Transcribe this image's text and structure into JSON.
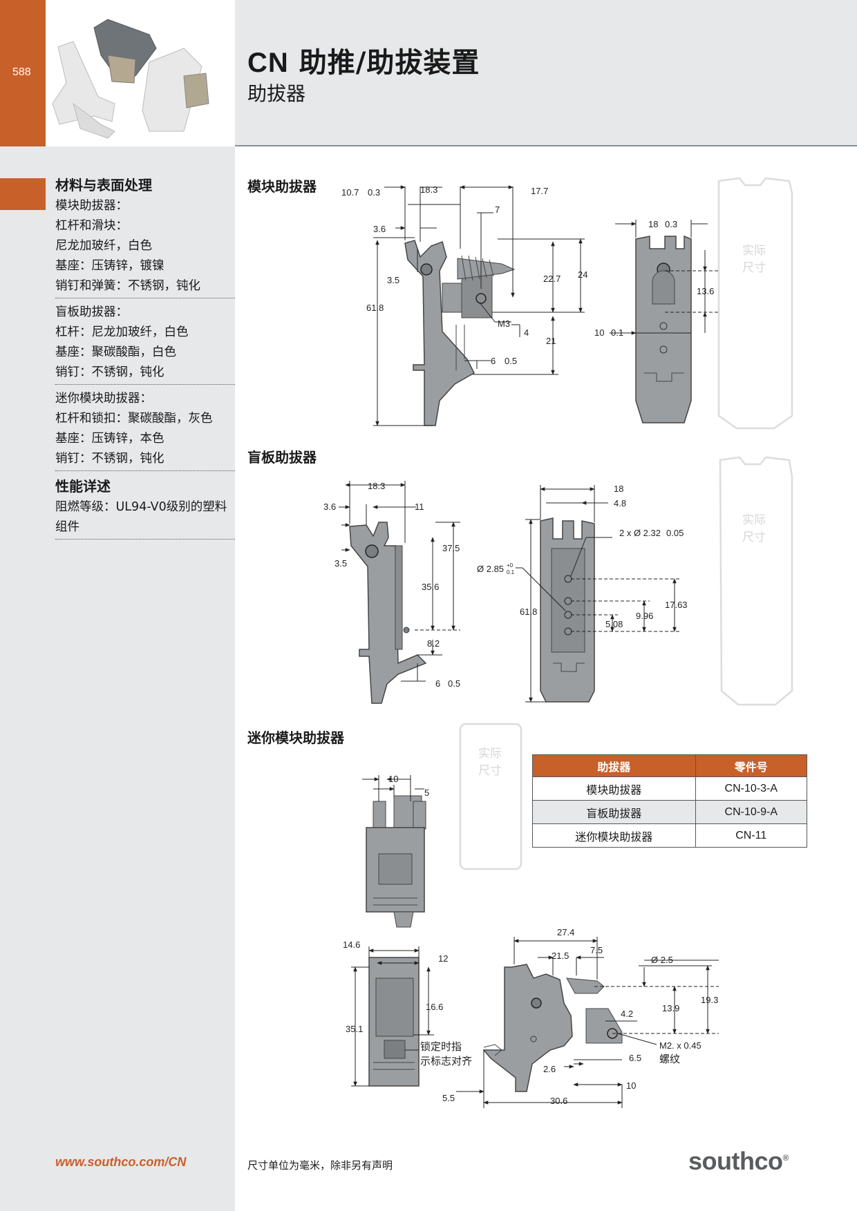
{
  "header": {
    "page_number": "588",
    "title_prefix": "CN",
    "title_rest": " 助推/助拔装置",
    "subtitle": "助拔器"
  },
  "sidebar": {
    "sec1_title": "材料与表面处理",
    "g1": [
      "模块助拔器：",
      "杠杆和滑块：",
      "尼龙加玻纤，白色",
      "基座：压铸锌，镀镍",
      "销钉和弹簧：不锈钢，钝化"
    ],
    "g2": [
      "盲板助拔器：",
      "杠杆：尼龙加玻纤，白色",
      "基座：聚碳酸酯，白色",
      "销钉：不锈钢，钝化"
    ],
    "g3": [
      "迷你模块助拔器：",
      "杠杆和锁扣：聚碳酸酯，灰色",
      "基座：压铸锌，本色",
      "销钉：不锈钢，钝化"
    ],
    "sec2_title": "性能详述",
    "g4": [
      "阻燃等级：UL94-V0级别的塑料",
      "组件"
    ],
    "url": "www.southco.com/CN"
  },
  "sections": {
    "s1": "模块助拔器",
    "s2": "盲板助拔器",
    "s3": "迷你模块助拔器"
  },
  "real_size": "实际尺寸",
  "real_size_lines": [
    "实际",
    "尺寸"
  ],
  "dims1": {
    "d10_7": "10.7",
    "d0_3a": "0.3",
    "d18_3": "18.3",
    "d17_7": "17.7",
    "d7": "7",
    "d3_6": "3.6",
    "d3_5": "3.5",
    "d61_8": "61.8",
    "d22_7": "22.7",
    "d24": "24",
    "dM3": "M3",
    "d4": "4",
    "d21": "21",
    "d6": "6",
    "d0_5": "0.5",
    "d18": "18",
    "d0_3b": "0.3",
    "d13_6": "13.6",
    "d10": "10",
    "d0_1": "0.1"
  },
  "dims2": {
    "d18_3": "18.3",
    "d3_6": "3.6",
    "d11": "11",
    "d3_5": "3.5",
    "d37_5": "37.5",
    "d35_6": "35.6",
    "d8_2": "8.2",
    "d6": "6",
    "d0_5": "0.5",
    "d18": "18",
    "d4_8": "4.8",
    "holes": "2 x Ø 2.32",
    "d0_05": "0.05",
    "dia": "Ø 2.85",
    "tol_up": "+0",
    "tol_dn": "0.1",
    "d61_8": "61.8",
    "d17_63": "17.63",
    "d9_96": "9.96",
    "d5_08": "5.08"
  },
  "dims3": {
    "d10": "10",
    "d5": "5",
    "d14_6": "14.6",
    "d12": "12",
    "d16_6": "16.6",
    "d35_1": "35.1",
    "lock1": "锁定时指",
    "lock2": "示标志对齐",
    "d5_5": "5.5",
    "d27_4": "27.4",
    "d21_5": "21.5",
    "d7_5": "7.5",
    "d2_5": "Ø 2.5",
    "d19_3": "19.3",
    "d13_9": "13.9",
    "d4_2": "4.2",
    "dm2": "M2. x 0.45",
    "thread": "螺纹",
    "d6_5": "6.5",
    "d2_6": "2.6",
    "d10b": "10",
    "d30_6": "30.6"
  },
  "table": {
    "headers": [
      "助拔器",
      "零件号"
    ],
    "rows": [
      [
        "模块助拔器",
        "CN-10-3-A"
      ],
      [
        "盲板助拔器",
        "CN-10-9-A"
      ],
      [
        "迷你模块助拔器",
        "CN-11"
      ]
    ]
  },
  "footer": {
    "note": "尺寸单位为毫米，除非另有声明",
    "logo": "southco",
    "reg": "®"
  },
  "colors": {
    "accent": "#c8602a",
    "panel": "#e6e8ea",
    "part": "#9b9ea1"
  }
}
